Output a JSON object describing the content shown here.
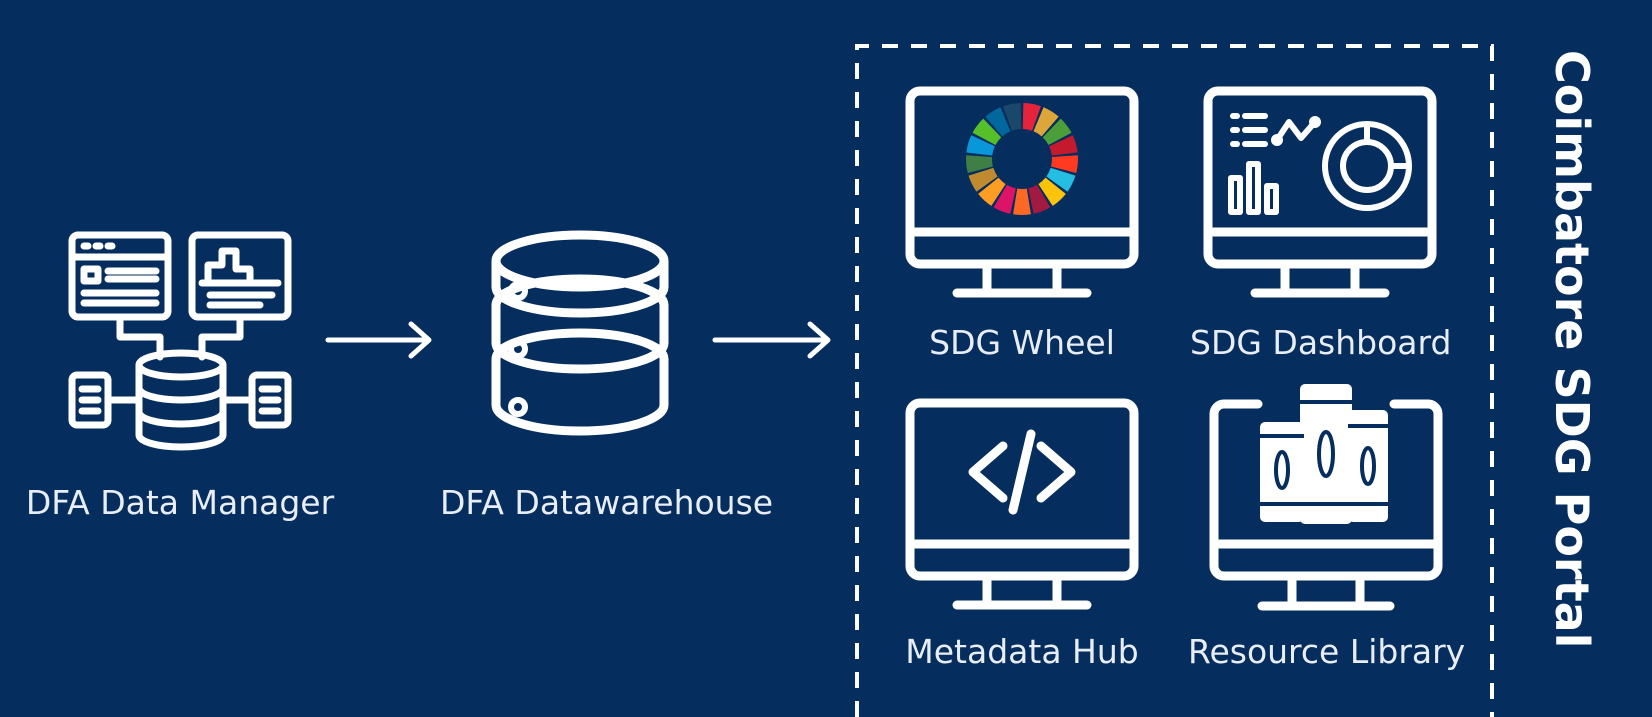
{
  "colors": {
    "background": "#052d5e",
    "line": "#ffffff",
    "sdg_wheel": [
      "#e5243b",
      "#dda63a",
      "#4c9f38",
      "#c5192d",
      "#ff3a21",
      "#26bde2",
      "#fcc30b",
      "#a21942",
      "#fd6925",
      "#dd1367",
      "#fd9d24",
      "#bf8b2e",
      "#3f7e44",
      "#0a97d9",
      "#56c02b",
      "#00689d",
      "#19486a"
    ]
  },
  "nodes": {
    "data_manager": {
      "label": "DFA Data Manager",
      "icon": "data-manager-icon"
    },
    "datawarehouse": {
      "label": "DFA Datawarehouse",
      "icon": "database-icon"
    }
  },
  "portal": {
    "title": "Coimbatore SDG Portal",
    "modules": [
      {
        "label": "SDG Wheel",
        "icon": "sdg-wheel-icon"
      },
      {
        "label": "SDG Dashboard",
        "icon": "dashboard-icon"
      },
      {
        "label": "Metadata Hub",
        "icon": "code-icon"
      },
      {
        "label": "Resource Library",
        "icon": "books-icon"
      }
    ]
  }
}
